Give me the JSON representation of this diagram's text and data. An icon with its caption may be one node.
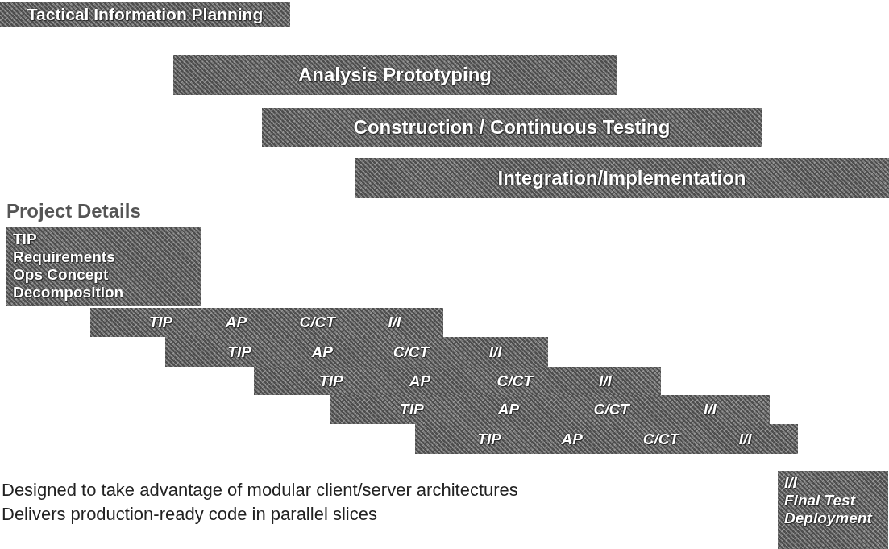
{
  "diagram": {
    "nodes": [
      {
        "text": [
          "Tactical Information Planning"
        ]
      },
      {
        "text": [
          "Analysis Prototyping"
        ]
      },
      {
        "text": [
          "Construction / Continuous Testing"
        ]
      },
      {
        "text": [
          "Integration/Implementation"
        ]
      },
      {
        "text": [
          "Project Details",
          "TIP",
          "Requirements",
          "Ops Concept",
          "Decomposition"
        ]
      },
      {
        "text": [
          "TIP",
          "AP",
          "C/CT",
          "I/I"
        ]
      },
      {
        "text": [
          "TIP",
          "AP",
          "C/CT",
          "I/I"
        ]
      },
      {
        "text": [
          "TIP",
          "AP",
          "C/CT",
          "I/I"
        ]
      },
      {
        "text": [
          "TIP",
          "AP",
          "C/CT",
          "I/I"
        ]
      },
      {
        "text": [
          "TIP",
          "AP",
          "C/CT",
          "I/I"
        ]
      },
      {
        "text": [
          "I/I",
          "Final Test",
          "Deployment"
        ]
      }
    ],
    "edges": [],
    "labels": [
      "Designed to take advantage of modular client/server architectures",
      "Delivers production-ready code in parallel slices"
    ]
  }
}
